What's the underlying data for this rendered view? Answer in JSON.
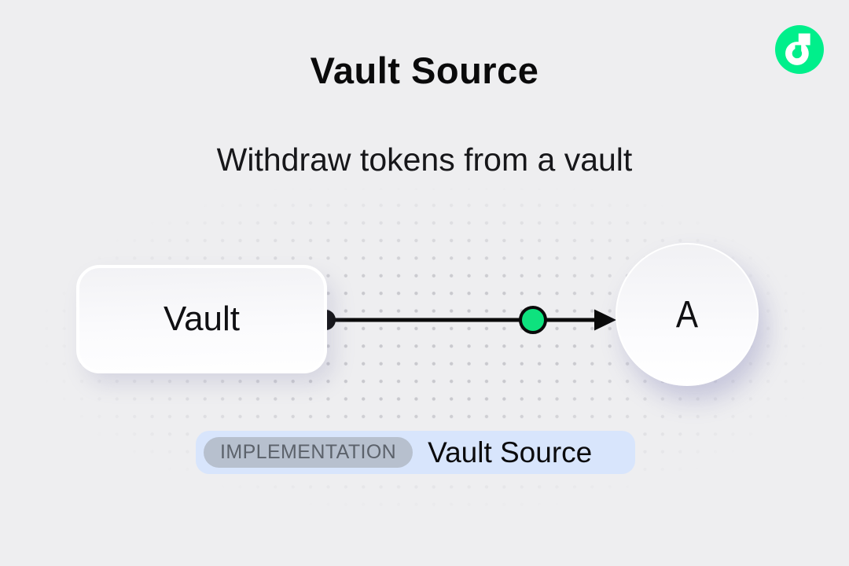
{
  "header": {
    "title": "Vault Source",
    "subtitle": "Withdraw tokens from a vault"
  },
  "diagram": {
    "vault_node_label": "Vault",
    "account_node_label": "A",
    "edge": {
      "from": "Vault",
      "to": "A",
      "token_marker_color": "#0EE27E",
      "line_color": "#0A0A0A"
    }
  },
  "badge": {
    "tag": "IMPLEMENTATION",
    "label": "Vault Source",
    "container_color": "#D8E5FC",
    "tag_pill_color": "#B7C0CE",
    "tag_text_color": "#5C626B"
  },
  "logo": {
    "name": "flow-logo",
    "brand_color": "#00EF8B"
  },
  "colors": {
    "background": "#EEEEF0",
    "dot_grid": "#C9C9CE",
    "title_text": "#0A0A0B"
  }
}
